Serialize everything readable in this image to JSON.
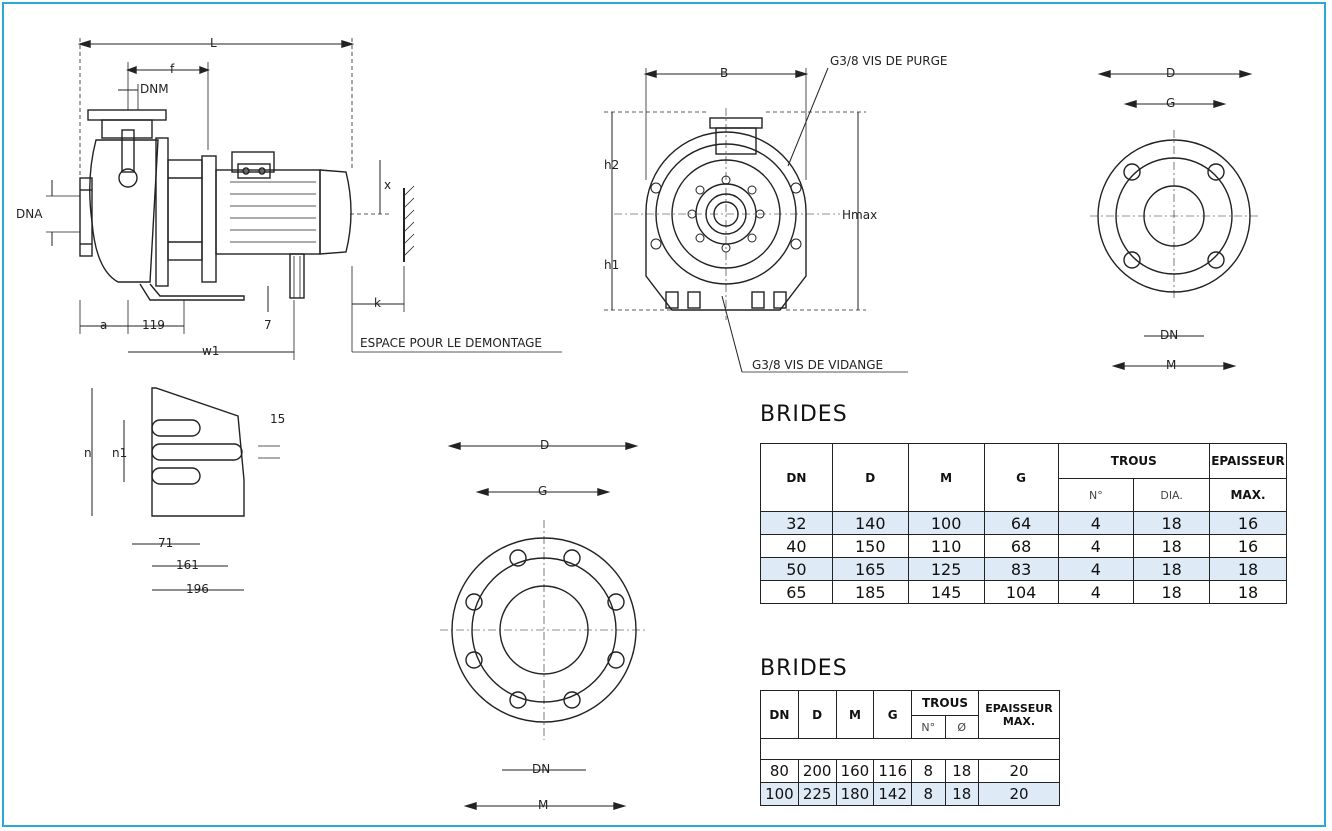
{
  "labels": {
    "L": "L",
    "f": "f",
    "DNM": "DNM",
    "DNA": "DNA",
    "x": "x",
    "k": "k",
    "a": "a",
    "d119": "119",
    "d7": "7",
    "w1": "w1",
    "espace": "ESPACE POUR LE DEMONTAGE",
    "B": "B",
    "purge": "G3/8 VIS DE PURGE",
    "h2": "h2",
    "h1": "h1",
    "hmax": "Hmax",
    "vidange": "G3/8 VIS DE VIDANGE",
    "D": "D",
    "G": "G",
    "DN": "DN",
    "M": "M",
    "n": "n",
    "n1": "n1",
    "d15": "15",
    "d71": "71",
    "d161": "161",
    "d196": "196"
  },
  "table1": {
    "title": "BRIDES",
    "headers": {
      "dn": "DN",
      "d": "D",
      "m": "M",
      "g": "G",
      "trous": "TROUS",
      "no": "N°",
      "dia": "DIA.",
      "epaisseur": "EPAISSEUR",
      "max": "MAX."
    },
    "rows": [
      [
        "32",
        "140",
        "100",
        "64",
        "4",
        "18",
        "16"
      ],
      [
        "40",
        "150",
        "110",
        "68",
        "4",
        "18",
        "16"
      ],
      [
        "50",
        "165",
        "125",
        "83",
        "4",
        "18",
        "18"
      ],
      [
        "65",
        "185",
        "145",
        "104",
        "4",
        "18",
        "18"
      ]
    ]
  },
  "table2": {
    "title": "BRIDES",
    "headers": {
      "dn": "DN",
      "d": "D",
      "m": "M",
      "g": "G",
      "trous": "TROUS",
      "no": "N°",
      "dia": "Ø",
      "epaisseur": "EPAISSEUR",
      "max": "MAX."
    },
    "rows": [
      [
        "80",
        "200",
        "160",
        "116",
        "8",
        "18",
        "20"
      ],
      [
        "100",
        "225",
        "180",
        "142",
        "8",
        "18",
        "20"
      ]
    ]
  }
}
